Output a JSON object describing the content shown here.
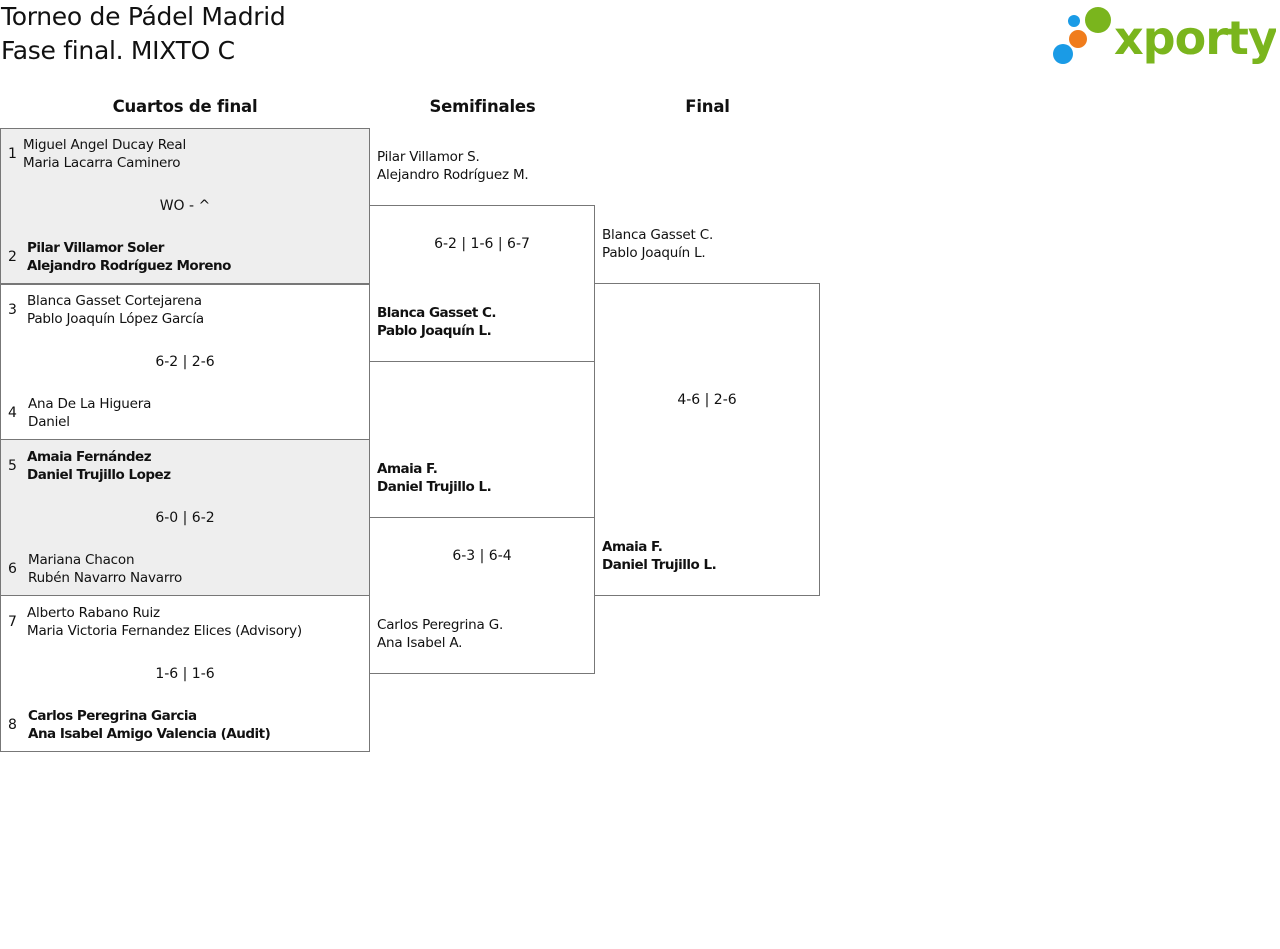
{
  "header": {
    "title": "Torneo de Pádel Madrid",
    "subtitle": "Fase final. MIXTO C",
    "logo_text": "xporty"
  },
  "rounds": {
    "quarterfinals": "Cuartos de final",
    "semifinals": "Semifinales",
    "final": "Final"
  },
  "quarterfinals": [
    {
      "score": "WO - ^",
      "top": {
        "seed": "1",
        "line1": "Miguel Angel Ducay Real",
        "line2": "Maria Lacarra Caminero",
        "winner": false
      },
      "bottom": {
        "seed": "2",
        "line1": "Pilar Villamor Soler",
        "line2": "Alejandro Rodríguez Moreno",
        "winner": true
      }
    },
    {
      "score": "6-2 | 2-6",
      "top": {
        "seed": "3",
        "line1": "Blanca Gasset Cortejarena",
        "line2": "Pablo Joaquín López García",
        "winner": false
      },
      "bottom": {
        "seed": "4",
        "line1": "Ana De La Higuera",
        "line2": "Daniel",
        "winner": false
      }
    },
    {
      "score": "6-0 | 6-2",
      "top": {
        "seed": "5",
        "line1": "Amaia Fernández",
        "line2": "Daniel Trujillo Lopez",
        "winner": true
      },
      "bottom": {
        "seed": "6",
        "line1": "Mariana Chacon",
        "line2": "Rubén Navarro Navarro",
        "winner": false
      }
    },
    {
      "score": "1-6 | 1-6",
      "top": {
        "seed": "7",
        "line1": "Alberto Rabano Ruiz",
        "line2": "Maria Victoria Fernandez Elices (Advisory)",
        "winner": false
      },
      "bottom": {
        "seed": "8",
        "line1": "Carlos Peregrina Garcia",
        "line2": "Ana Isabel Amigo Valencia (Audit)",
        "winner": true
      }
    }
  ],
  "semifinals": [
    {
      "score": "6-2 | 1-6 | 6-7",
      "top": {
        "line1": "Pilar Villamor S.",
        "line2": "Alejandro Rodríguez M.",
        "winner": false
      },
      "bottom": {
        "line1": "Blanca Gasset C.",
        "line2": "Pablo Joaquín L.",
        "winner": true
      }
    },
    {
      "score": "6-3 | 6-4",
      "top": {
        "line1": "Amaia F.",
        "line2": "Daniel Trujillo L.",
        "winner": true
      },
      "bottom": {
        "line1": "Carlos Peregrina G.",
        "line2": "Ana Isabel A.",
        "winner": false
      }
    }
  ],
  "final": {
    "score": "4-6 | 2-6",
    "top": {
      "line1": "Blanca Gasset C.",
      "line2": "Pablo Joaquín L.",
      "winner": false
    },
    "bottom": {
      "line1": "Amaia F.",
      "line2": "Daniel Trujillo L.",
      "winner": true
    }
  },
  "colors": {
    "logo_green": "#7ab51d",
    "logo_blue": "#1a9be6",
    "logo_orange": "#f07c1c",
    "shaded_row": "#eeeeee",
    "border": "#777777"
  }
}
